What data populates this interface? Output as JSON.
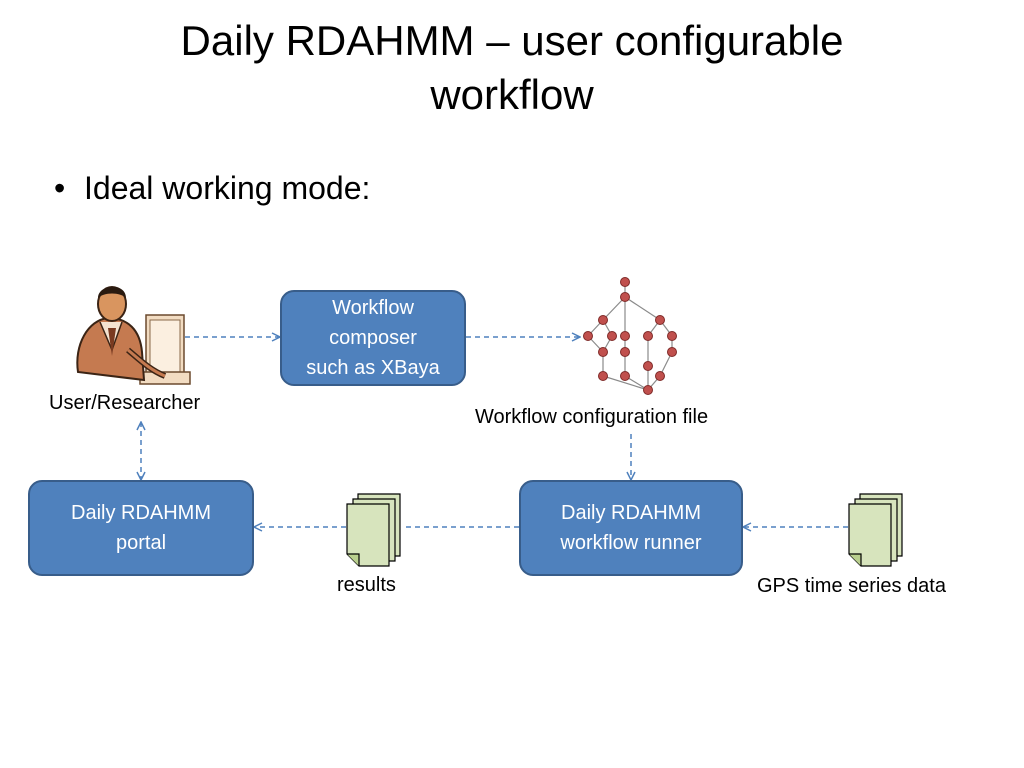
{
  "slide": {
    "title_line1": "Daily RDAHMM – user configurable",
    "title_line2": "workflow",
    "bullet": "Ideal working mode:"
  },
  "diagram": {
    "nodes": {
      "user": {
        "label": "User/Researcher",
        "icon": "person-at-computer-icon"
      },
      "composer": {
        "line1": "Workflow",
        "line2": "composer",
        "line3": "such as XBaya"
      },
      "config": {
        "label": "Workflow configuration file",
        "icon": "workflow-graph-icon"
      },
      "portal": {
        "line1": "Daily RDAHMM",
        "line2": "portal"
      },
      "results": {
        "label": "results",
        "icon": "document-stack-icon"
      },
      "runner": {
        "line1": "Daily RDAHMM",
        "line2": "workflow runner"
      },
      "gps": {
        "label": "GPS time series data",
        "icon": "document-stack-icon"
      }
    },
    "edges": [
      {
        "from": "user",
        "to": "composer",
        "style": "dashed",
        "direction": "forward"
      },
      {
        "from": "composer",
        "to": "config",
        "style": "dashed",
        "direction": "forward"
      },
      {
        "from": "config",
        "to": "runner",
        "style": "dashed",
        "direction": "forward"
      },
      {
        "from": "gps",
        "to": "runner",
        "style": "dashed",
        "direction": "forward"
      },
      {
        "from": "runner",
        "to": "portal",
        "style": "dashed",
        "direction": "forward"
      },
      {
        "from": "user",
        "to": "portal",
        "style": "dashed",
        "direction": "both"
      }
    ],
    "colors": {
      "box_fill": "#4f81bd",
      "box_border": "#385d8a",
      "arrow": "#4f81bd",
      "graph_node": "#c0504d",
      "document_fill": "#d7e4bd"
    }
  }
}
